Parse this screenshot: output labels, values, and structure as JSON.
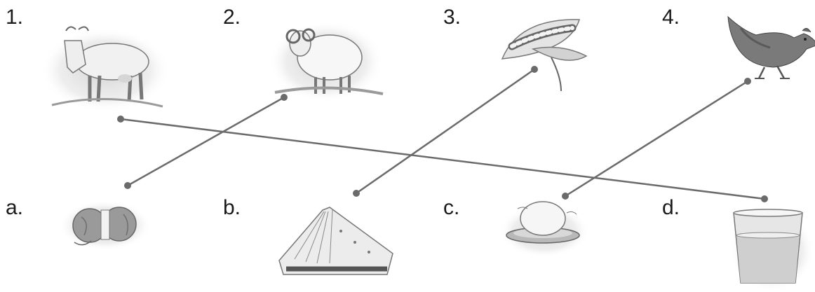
{
  "top_row": [
    {
      "label": "1.",
      "picture": "cow"
    },
    {
      "label": "2.",
      "picture": "sheep"
    },
    {
      "label": "3.",
      "picture": "silkworm-on-leaf"
    },
    {
      "label": "4.",
      "picture": "hen"
    }
  ],
  "bottom_row": [
    {
      "label": "a.",
      "picture": "wool-ball"
    },
    {
      "label": "b.",
      "picture": "silk-saree"
    },
    {
      "label": "c.",
      "picture": "egg-on-plate"
    },
    {
      "label": "d.",
      "picture": "glass-of-milk"
    }
  ],
  "matches": [
    {
      "from": "1.",
      "to": "d."
    },
    {
      "from": "2.",
      "to": "a."
    },
    {
      "from": "3.",
      "to": "b."
    },
    {
      "from": "4.",
      "to": "c."
    }
  ],
  "colors": {
    "line": "#6b6b6b",
    "dot": "#6b6b6b",
    "text": "#1a1a1a"
  }
}
